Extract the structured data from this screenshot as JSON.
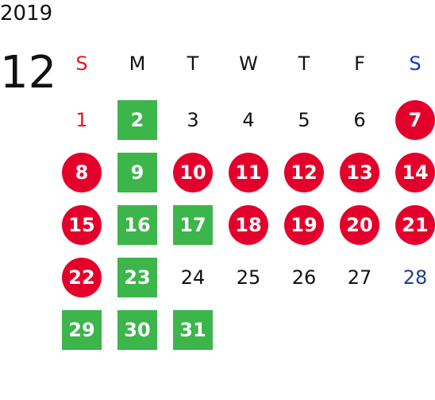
{
  "year": "2019",
  "month": "12",
  "colors": {
    "sunday_header": "#e8121f",
    "saturday_header": "#1435c8",
    "holiday_circle": "#e3002b",
    "green_square": "#3cb54a",
    "saturday_plain": "#1f3f8c"
  },
  "weekdays": [
    "S",
    "M",
    "T",
    "W",
    "T",
    "F",
    "S"
  ],
  "weeks": [
    [
      {
        "d": "1",
        "style": "sun-plain"
      },
      {
        "d": "2",
        "style": "work"
      },
      {
        "d": "3",
        "style": "plain"
      },
      {
        "d": "4",
        "style": "plain"
      },
      {
        "d": "5",
        "style": "plain"
      },
      {
        "d": "6",
        "style": "plain"
      },
      {
        "d": "7",
        "style": "holiday"
      }
    ],
    [
      {
        "d": "8",
        "style": "holiday"
      },
      {
        "d": "9",
        "style": "work"
      },
      {
        "d": "10",
        "style": "holiday"
      },
      {
        "d": "11",
        "style": "holiday"
      },
      {
        "d": "12",
        "style": "holiday"
      },
      {
        "d": "13",
        "style": "holiday"
      },
      {
        "d": "14",
        "style": "holiday"
      }
    ],
    [
      {
        "d": "15",
        "style": "holiday"
      },
      {
        "d": "16",
        "style": "work"
      },
      {
        "d": "17",
        "style": "work"
      },
      {
        "d": "18",
        "style": "holiday"
      },
      {
        "d": "19",
        "style": "holiday"
      },
      {
        "d": "20",
        "style": "holiday"
      },
      {
        "d": "21",
        "style": "holiday"
      }
    ],
    [
      {
        "d": "22",
        "style": "holiday"
      },
      {
        "d": "23",
        "style": "work"
      },
      {
        "d": "24",
        "style": "plain"
      },
      {
        "d": "25",
        "style": "plain"
      },
      {
        "d": "26",
        "style": "plain"
      },
      {
        "d": "27",
        "style": "plain"
      },
      {
        "d": "28",
        "style": "sat-plain"
      }
    ],
    [
      {
        "d": "29",
        "style": "work"
      },
      {
        "d": "30",
        "style": "work"
      },
      {
        "d": "31",
        "style": "work"
      }
    ]
  ]
}
